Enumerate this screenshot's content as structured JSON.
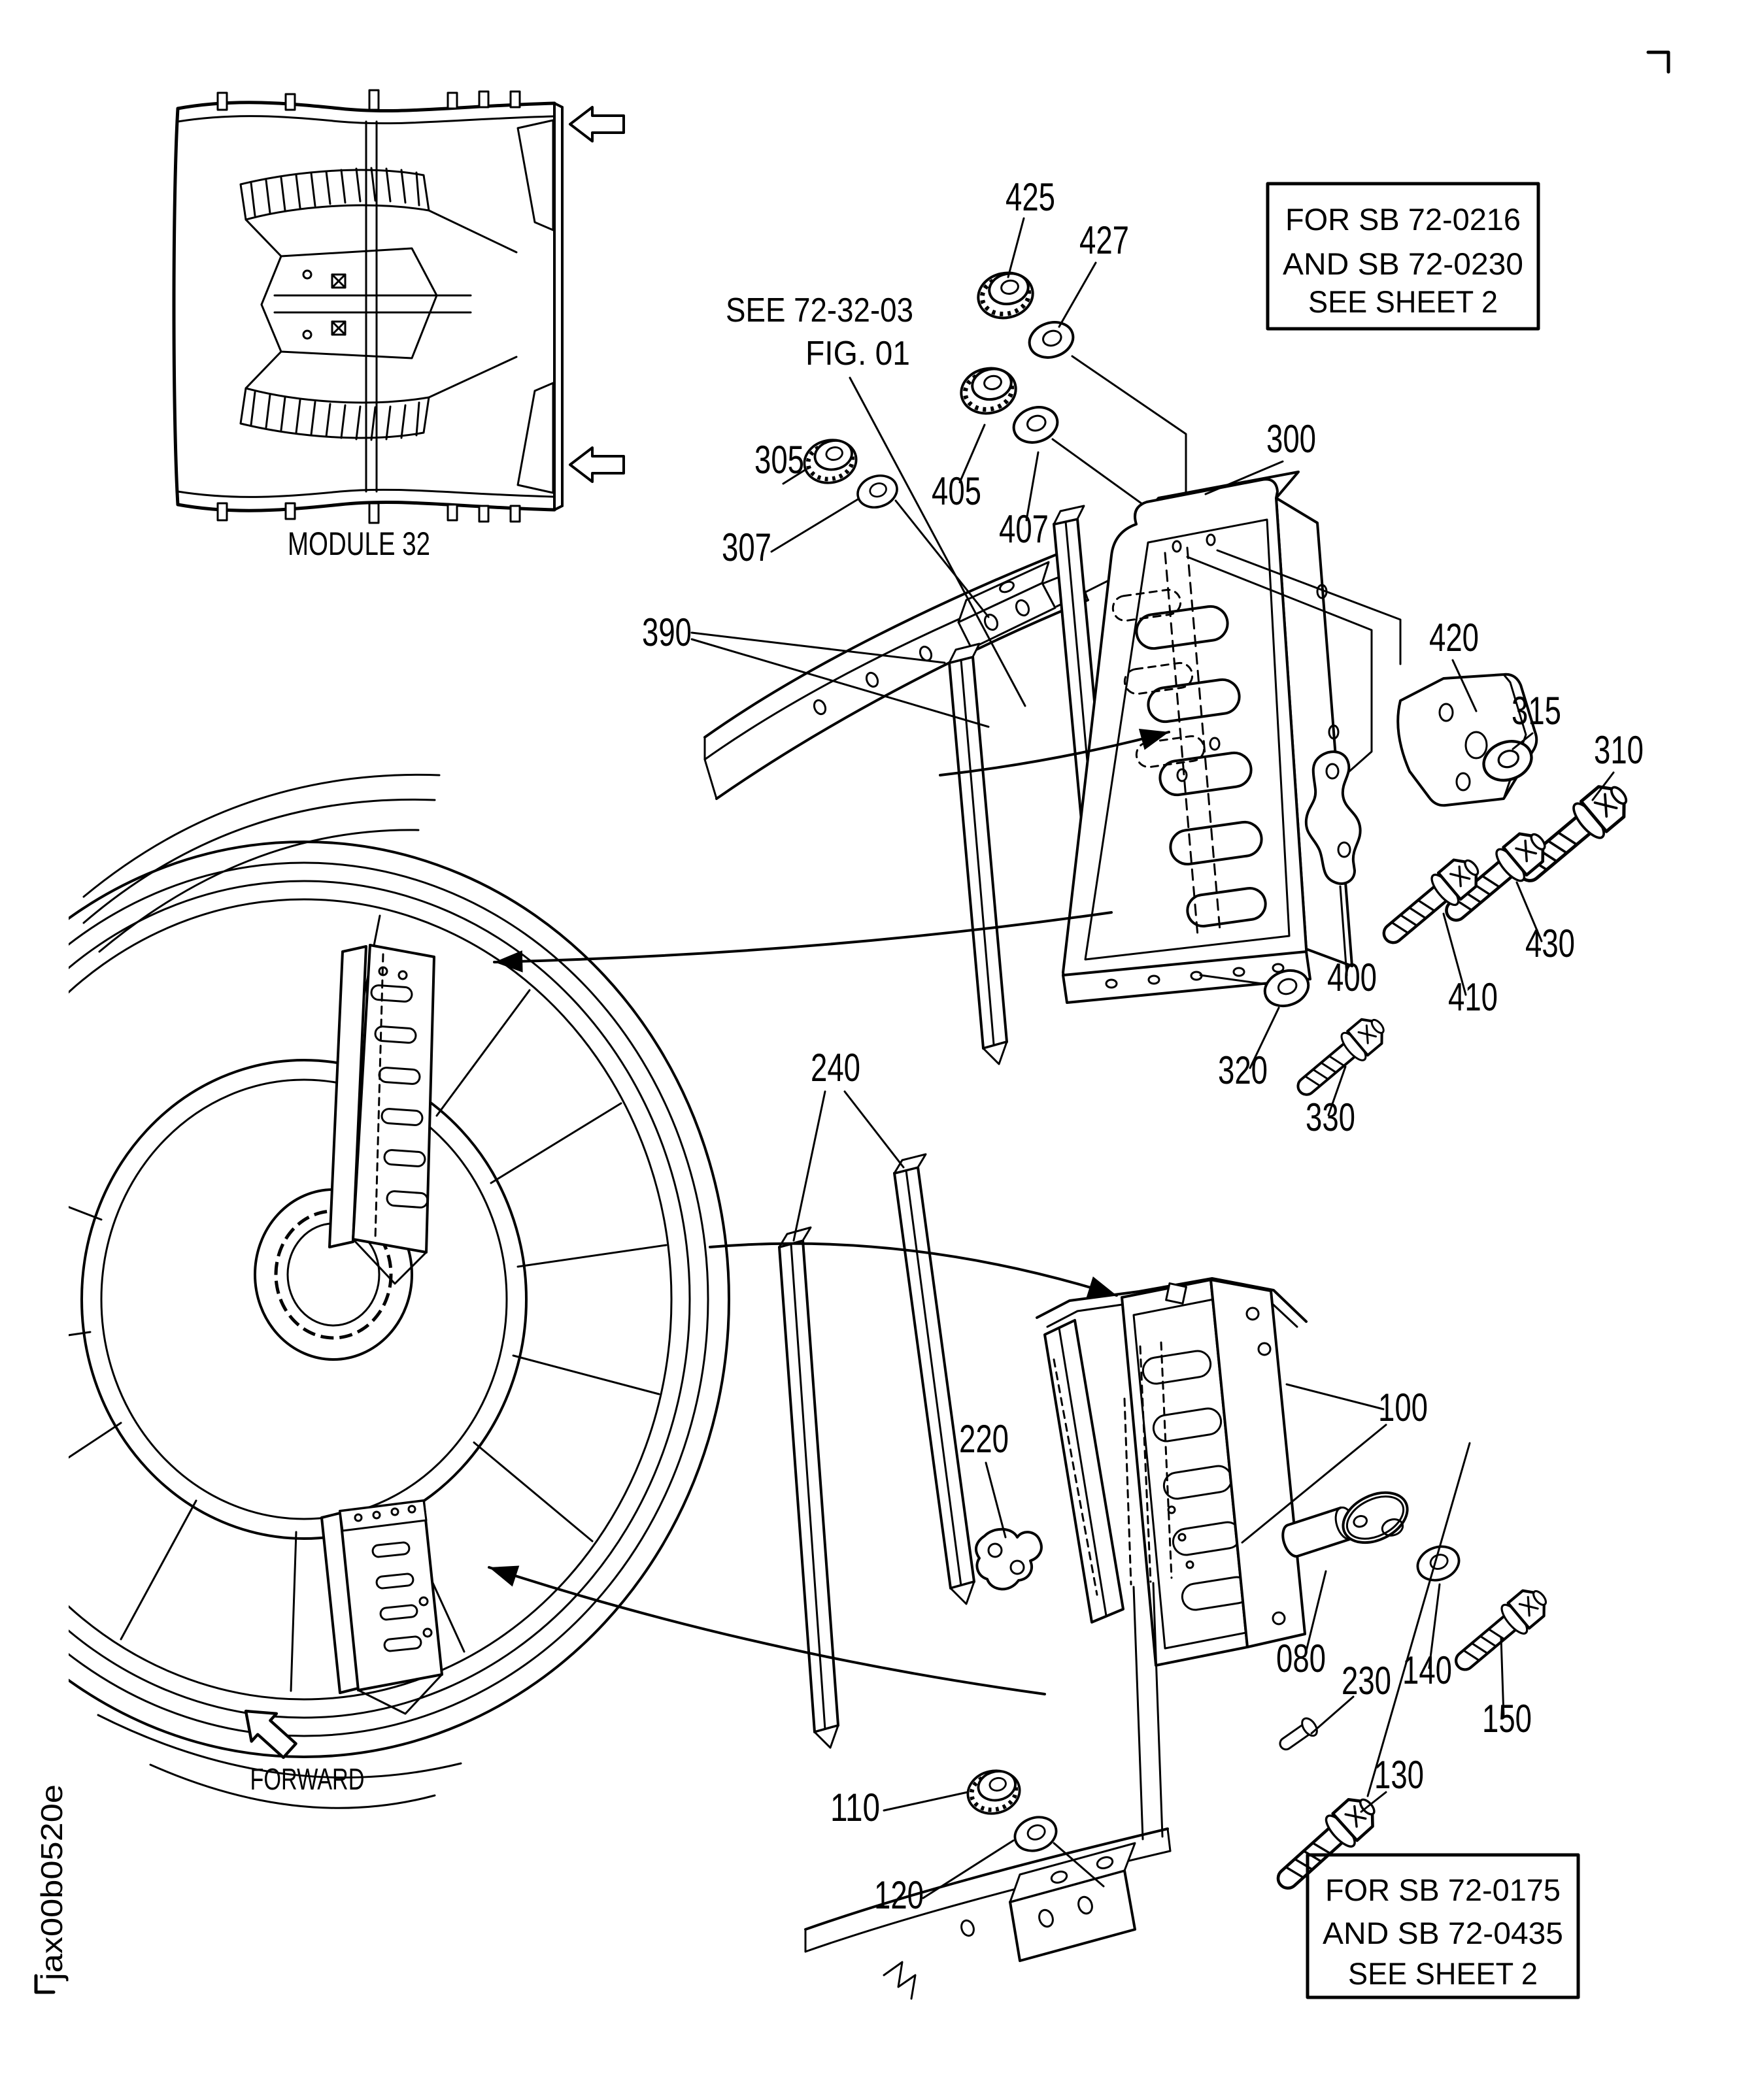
{
  "page": {
    "paper_color": "#ffffff",
    "ink_color": "#000000"
  },
  "figure_code": "jax00b0520e",
  "module_inset": {
    "label": "MODULE 32"
  },
  "orientation": {
    "forward_label": "FORWARD"
  },
  "reference_note": {
    "line1": "SEE 72-32-03",
    "line2": "FIG. 01"
  },
  "service_bulletin_notes": {
    "top": {
      "line1": "FOR SB 72-0216",
      "line2": "AND SB 72-0230",
      "line3": "SEE SHEET 2"
    },
    "bottom": {
      "line1": "FOR SB 72-0175",
      "line2": "AND SB 72-0435",
      "line3": "SEE SHEET 2"
    }
  },
  "callouts": {
    "080": "080",
    "100": "100",
    "110": "110",
    "120": "120",
    "130": "130",
    "140": "140",
    "150": "150",
    "220": "220",
    "230": "230",
    "240": "240",
    "300": "300",
    "305": "305",
    "307": "307",
    "310": "310",
    "315": "315",
    "320": "320",
    "330": "330",
    "390": "390",
    "400": "400",
    "405": "405",
    "407": "407",
    "410": "410",
    "420": "420",
    "425": "425",
    "427": "427",
    "430": "430"
  }
}
